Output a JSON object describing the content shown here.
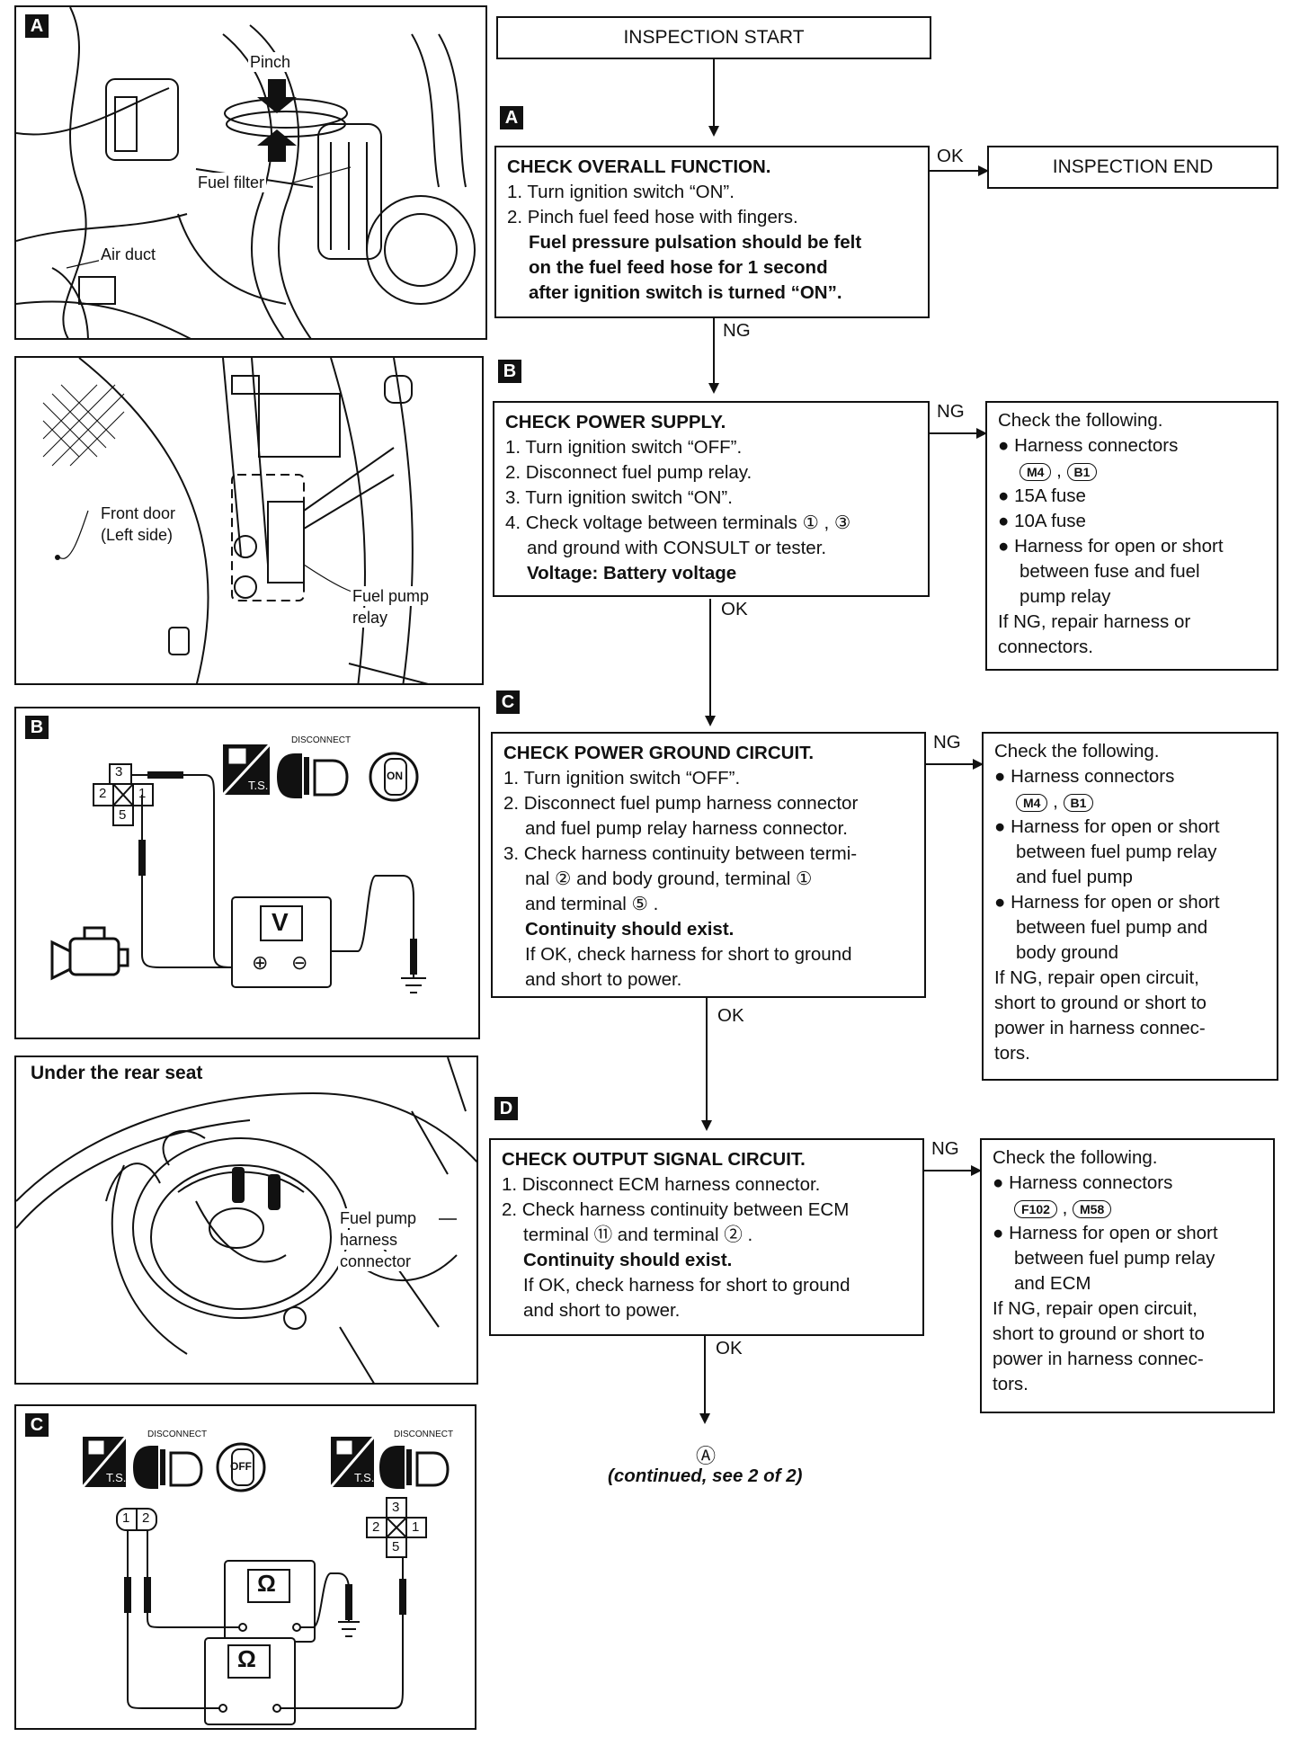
{
  "flow": {
    "start": "INSPECTION START",
    "end": "INSPECTION END",
    "steps": {
      "a": {
        "tag": "A",
        "title": "CHECK OVERALL FUNCTION.",
        "s1": "1. Turn ignition switch “ON”.",
        "s2": "2. Pinch fuel feed hose with fingers.",
        "spec1": "Fuel pressure pulsation should be felt",
        "spec2": "on the fuel feed hose for 1 second",
        "spec3": "after ignition switch is turned “ON”.",
        "ok": "OK",
        "ng": "NG"
      },
      "b": {
        "tag": "B",
        "title": "CHECK POWER SUPPLY.",
        "s1": "1. Turn ignition switch “OFF”.",
        "s2": "2. Disconnect fuel pump relay.",
        "s3": "3. Turn ignition switch “ON”.",
        "s4a": "4. Check voltage between terminals ① , ③",
        "s4b": "and ground with CONSULT or tester.",
        "spec": "Voltage: Battery voltage",
        "ng": "NG",
        "ok": "OK"
      },
      "c": {
        "tag": "C",
        "title": "CHECK POWER GROUND CIRCUIT.",
        "s1": "1. Turn ignition switch “OFF”.",
        "s2a": "2. Disconnect fuel pump harness connector",
        "s2b": "and fuel pump relay harness connector.",
        "s3a": "3. Check harness continuity between termi-",
        "s3b": "nal ② and body ground, terminal ①",
        "s3c": "and terminal ⑤ .",
        "spec": "Continuity should exist.",
        "note1": "If OK, check harness for short to ground",
        "note2": "and short to power.",
        "ng": "NG",
        "ok": "OK"
      },
      "d": {
        "tag": "D",
        "title": "CHECK OUTPUT SIGNAL CIRCUIT.",
        "s1": "1. Disconnect ECM harness connector.",
        "s2a": "2. Check harness continuity between ECM",
        "s2b": "terminal ⑪ and terminal ② .",
        "spec": "Continuity should exist.",
        "note1": "If OK, check harness for short to ground",
        "note2": "and short to power.",
        "ng": "NG",
        "ok": "OK"
      }
    },
    "checks": {
      "b": {
        "head": "Check the following.",
        "i1": "● Harness connectors",
        "c1": "M4",
        "c2": "B1",
        "i2": "● 15A fuse",
        "i3": "● 10A fuse",
        "i4a": "● Harness for open or short",
        "i4b": "between fuse and fuel",
        "i4c": "pump relay",
        "r1": "If NG, repair harness or",
        "r2": "connectors."
      },
      "c": {
        "head": "Check the following.",
        "i1": "● Harness connectors",
        "c1": "M4",
        "c2": "B1",
        "i2a": "● Harness for open or short",
        "i2b": "between fuel pump relay",
        "i2c": "and fuel pump",
        "i3a": "● Harness for open or short",
        "i3b": "between fuel pump and",
        "i3c": "body ground",
        "r1": "If NG, repair open circuit,",
        "r2": "short to ground or short to",
        "r3": "power in harness connec-",
        "r4": "tors."
      },
      "d": {
        "head": "Check the following.",
        "i1": "● Harness connectors",
        "c1": "F102",
        "c2": "M58",
        "i2a": "● Harness for open or short",
        "i2b": "between fuel pump relay",
        "i2c": "and ECM",
        "r1": "If NG, repair open circuit,",
        "r2": "short to ground or short to",
        "r3": "power in harness connec-",
        "r4": "tors."
      }
    },
    "continued_mark": "Ⓐ",
    "continued": "(continued, see 2 of 2)"
  },
  "figures": {
    "a": {
      "tag": "A",
      "pinch": "Pinch",
      "filter": "Fuel filter",
      "duct": "Air duct"
    },
    "relay": {
      "door1": "Front door",
      "door2": "(Left side)",
      "relay1": "Fuel pump",
      "relay2": "relay"
    },
    "b": {
      "tag": "B",
      "disconnect": "DISCONNECT",
      "ts": "T.S.",
      "on": "ON",
      "meter": "V",
      "plus": "⊕",
      "minus": "⊖",
      "t1": "1",
      "t2": "2",
      "t3": "3",
      "t5": "5"
    },
    "seat": {
      "title": "Under the rear seat",
      "h1": "Fuel pump",
      "h2": "harness",
      "h3": "connector"
    },
    "c": {
      "tag": "C",
      "disconnect": "DISCONNECT",
      "ts": "T.S.",
      "off": "OFF",
      "ohm": "Ω",
      "t1": "1",
      "t2": "2",
      "t3": "3",
      "t5": "5"
    }
  }
}
